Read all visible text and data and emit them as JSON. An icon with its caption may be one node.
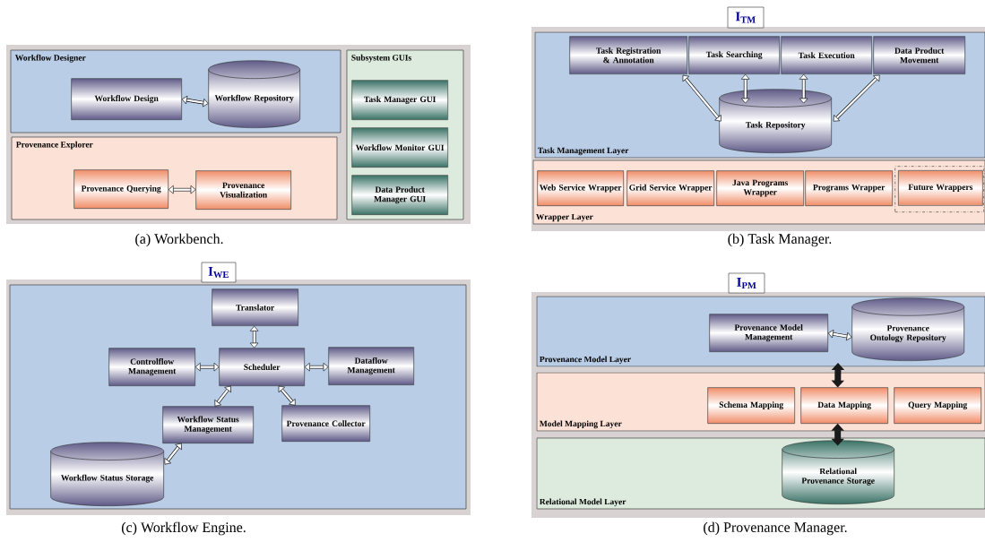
{
  "diagram": {
    "nodes": [
      {
        "text": [
          "Workflow Designer"
        ]
      },
      {
        "text": [
          "Workflow Design"
        ],
        "in": 0
      },
      {
        "text": [
          "Workflow Repository"
        ],
        "in": 0
      },
      {
        "text": [
          "Provenance Explorer"
        ]
      },
      {
        "text": [
          "Provenance Querying"
        ],
        "in": 3
      },
      {
        "text": [
          "Provenance Visualization"
        ],
        "in": 3
      },
      {
        "text": [
          "Subsystem GUIs"
        ]
      },
      {
        "text": [
          "Task Manager GUI"
        ],
        "in": 6
      },
      {
        "text": [
          "Workflow Monitor GUI"
        ],
        "in": 6
      },
      {
        "text": [
          "Data Product Manager GUI"
        ],
        "in": 6
      },
      {
        "text": [
          "I$_{TM}$"
        ]
      },
      {
        "text": [
          "Task Management Layer"
        ]
      },
      {
        "text": [
          "Task Registration & Annotation"
        ],
        "in": 11
      },
      {
        "text": [
          "Task Searching"
        ],
        "in": 11
      },
      {
        "text": [
          "Task Execution"
        ],
        "in": 11
      },
      {
        "text": [
          "Data Product Movement"
        ],
        "in": 11
      },
      {
        "text": [
          "Task Repository"
        ],
        "in": 11
      },
      {
        "text": [
          "Wrapper Layer"
        ]
      },
      {
        "text": [
          "Web Service Wrapper"
        ],
        "in": 17
      },
      {
        "text": [
          "Grid Service Wrapper"
        ],
        "in": 17
      },
      {
        "text": [
          "Java Programs Wrapper"
        ],
        "in": 17
      },
      {
        "text": [
          "Programs Wrapper"
        ],
        "in": 17
      },
      {
        "text": [],
        "shape": "box",
        "in": 17
      },
      {
        "text": [
          "Future Wrappers"
        ],
        "in": 22
      },
      {
        "text": [
          "I$_{WE}$"
        ]
      },
      {
        "text": [],
        "shape": "box"
      },
      {
        "text": [
          "Translator"
        ],
        "in": 25
      },
      {
        "text": [
          "Controlflow Management"
        ],
        "in": 25
      },
      {
        "text": [
          "Scheduler"
        ],
        "in": 25
      },
      {
        "text": [
          "Dataflow Management"
        ],
        "in": 25
      },
      {
        "text": [
          "Workflow Status Management"
        ],
        "in": 25
      },
      {
        "text": [
          "Provenance Collector"
        ],
        "in": 25
      },
      {
        "text": [
          "Workflow Status Storage"
        ],
        "in": 25
      },
      {
        "text": [
          "I$_{PM}$"
        ]
      },
      {
        "text": [
          "Provenance Model Layer"
        ]
      },
      {
        "text": [
          "Provenance Model Management"
        ],
        "in": 34
      },
      {
        "text": [
          "Provenance Ontology Repository"
        ],
        "in": 34
      },
      {
        "text": [
          "Model Mapping Layer"
        ]
      },
      {
        "text": [
          "Schema Mapping"
        ],
        "in": 37
      },
      {
        "text": [
          "Data Mapping"
        ],
        "in": 37
      },
      {
        "text": [
          "Query Mapping"
        ],
        "in": 37
      },
      {
        "text": [
          "Relational Model Layer"
        ]
      },
      {
        "text": [
          "Relational Provenance Storage"
        ],
        "in": 41
      }
    ],
    "edges": [
      {
        "from": 1,
        "to": 2,
        "arrow": "both"
      },
      {
        "from": 4,
        "to": 5,
        "arrow": "both"
      },
      {
        "from": 12,
        "to": 16,
        "arrow": "both"
      },
      {
        "from": 13,
        "to": 16,
        "arrow": "both"
      },
      {
        "from": 14,
        "to": 16,
        "arrow": "both"
      },
      {
        "from": 15,
        "to": 16,
        "arrow": "both"
      },
      {
        "from": 26,
        "to": 28,
        "arrow": "both"
      },
      {
        "from": 27,
        "to": 28,
        "arrow": "both"
      },
      {
        "from": 28,
        "to": 29,
        "arrow": "both"
      },
      {
        "from": 28,
        "to": 30,
        "arrow": "both"
      },
      {
        "from": 28,
        "to": 31,
        "arrow": "both"
      },
      {
        "from": 30,
        "to": 32,
        "arrow": "both"
      },
      {
        "from": 35,
        "to": 36,
        "arrow": "both"
      },
      {
        "from": 34,
        "to": 39,
        "arrow": "both",
        "style": "thick",
        "color": "#1a1a1a"
      },
      {
        "from": 39,
        "to": 42,
        "arrow": "both",
        "style": "thick",
        "color": "#1a1a1a"
      }
    ],
    "labels": [
      "(a) Workbench.",
      "(b) Task Manager.",
      "(c) Workflow Engine.",
      "(d) Provenance Manager."
    ]
  }
}
